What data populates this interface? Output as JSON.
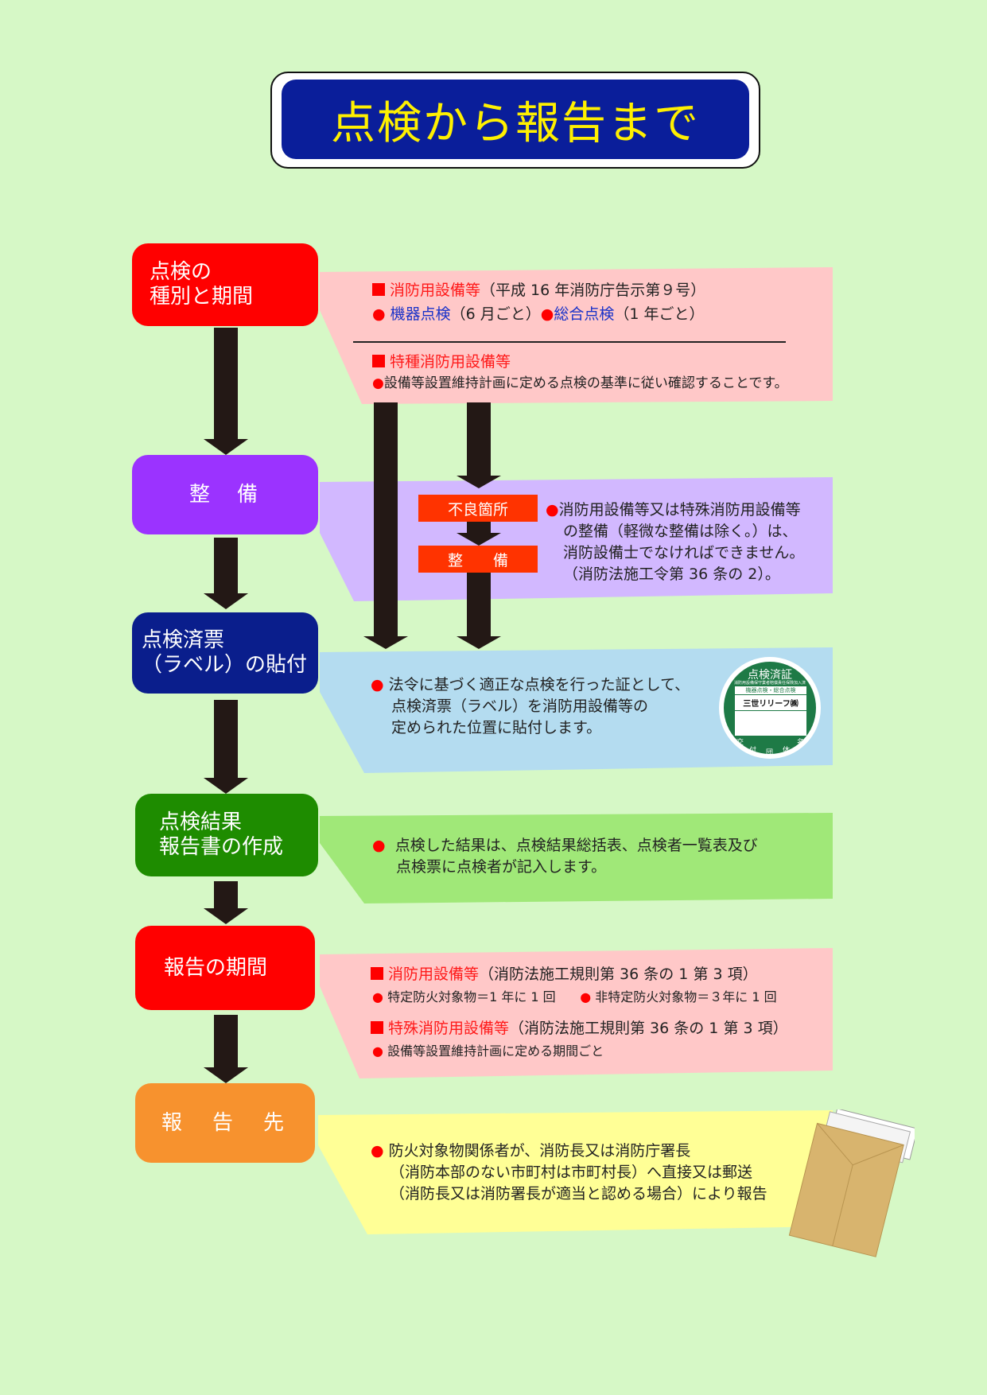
{
  "title": "点検から報告まで",
  "steps": [
    {
      "label": "点検の\n種別と期間"
    },
    {
      "label": "整　備"
    },
    {
      "label": "点検済票\n（ラベル）の貼付"
    },
    {
      "label": "点検結果\n報告書の作成"
    },
    {
      "label": "報告の期間"
    },
    {
      "label": "報　告　先"
    }
  ],
  "panel1": {
    "h1": "消防用設備等",
    "h1_note": "（平成 16 年消防庁告示第９号）",
    "item_a": "機器点検",
    "item_a_note": "（6 月ごと）",
    "item_b": "総合点検",
    "item_b_note": "（1 年ごと）",
    "h2": "特種消防用設備等",
    "line2": "設備等設置維持計画に定める点検の基準に従い確認することです。"
  },
  "panel2": {
    "defect": "不良箇所",
    "repair": "整　　備",
    "lines": [
      "消防用設備等又は特殊消防用設備等",
      "の整備（軽微な整備は除く。）は、",
      "消防設備士でなければできません。",
      "（消防法施工令第 36 条の 2）。"
    ]
  },
  "panel3": {
    "lines": [
      "法令に基づく適正な点検を行った証として、",
      "点検済票（ラベル）を消防用設備等の",
      "定められた位置に貼付します。"
    ],
    "label_title": "点検済証",
    "label_sub": "消防用設備保守業者賠償責任保険加入済",
    "label_kind": "機器点検・総合点検",
    "label_company": "三世リリーフ㈱",
    "label_bottom": [
      "交",
      "付",
      "団",
      "体",
      "名"
    ]
  },
  "panel4": {
    "lines": [
      "点検した結果は、点検結果総括表、点検者一覧表及び",
      "点検票に点検者が記入します。"
    ]
  },
  "panel5": {
    "h1": "消防用設備等",
    "h1_note": "（消防法施工規則第 36 条の 1 第 3 項）",
    "item_a": "特定防火対象物＝1 年に 1 回",
    "item_b": "非特定防火対象物＝３年に 1 回",
    "h2": "特殊消防用設備等",
    "h2_note": "（消防法施工規則第 36 条の 1 第 3 項）",
    "item_c": "設備等設置維持計画に定める期間ごと"
  },
  "panel6": {
    "lines": [
      "防火対象物関係者が、消防長又は消防庁署長",
      "（消防本部のない市町村は市町村長）へ直接又は郵送",
      "（消防長又は消防署長が適当と認める場合）により報告"
    ]
  },
  "colors": {
    "background": "#d6f8c6",
    "navy": "#0a1e9a",
    "title_text": "#fff000",
    "red": "#ff0000",
    "purple": "#9b33ff",
    "green": "#1e8c00",
    "orange": "#f7922e"
  }
}
